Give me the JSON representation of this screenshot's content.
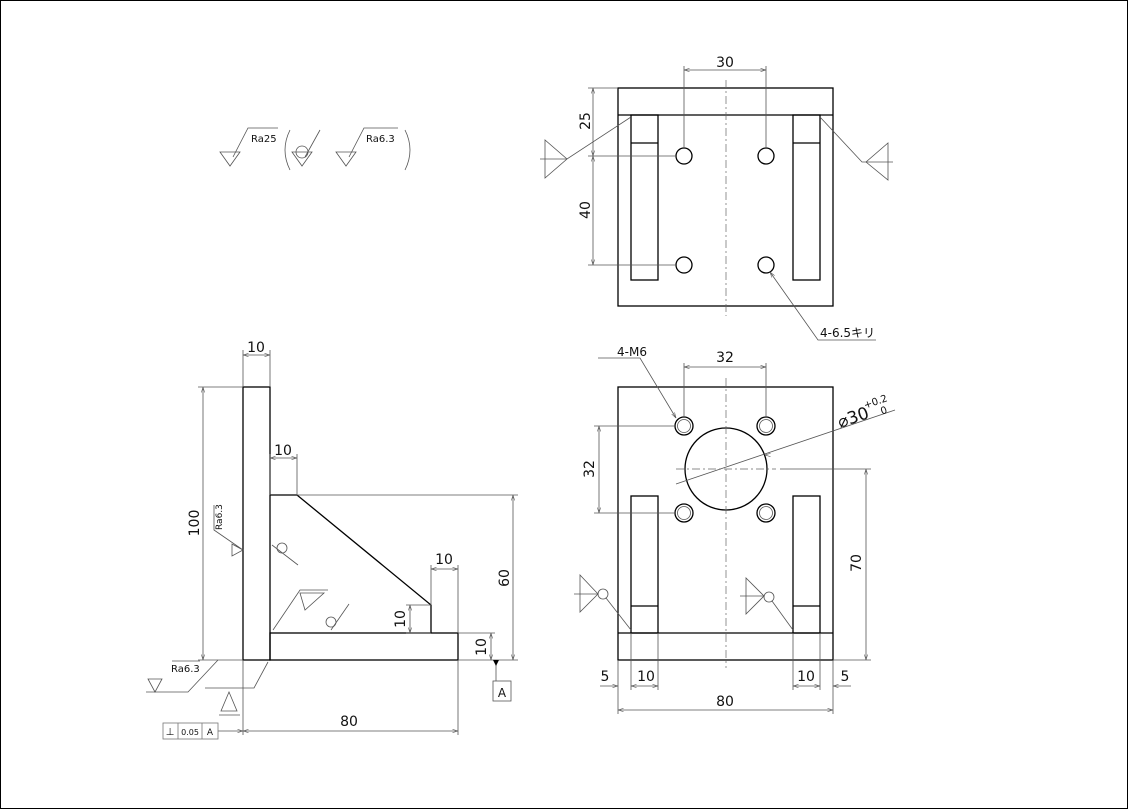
{
  "surface_symbols": {
    "general": "Ra25",
    "other": "Ra6.3"
  },
  "top_view": {
    "dim_hole_spacing_x": "30",
    "dim_edge_to_hole": "25",
    "dim_hole_spacing_y": "40",
    "hole_note": "4-6.5キリ"
  },
  "front_view": {
    "tapped_note": "4-M6",
    "dim_tap_spacing_x": "32",
    "dim_tap_spacing_y": "32",
    "bore_dim": "⌀30",
    "bore_tol_upper": "+0.2",
    "bore_tol_lower": "0",
    "dim_height": "70",
    "dim_width": "80",
    "dim_edge_left": "5",
    "dim_slot_left": "10",
    "dim_slot_right": "10",
    "dim_edge_right": "5"
  },
  "side_view": {
    "dim_plate_thickness": "10",
    "dim_gusset_thickness": "10",
    "dim_height": "100",
    "dim_gusset_height": "60",
    "dim_rib_width": "10",
    "dim_rib_height": "10",
    "dim_base_thickness": "10",
    "dim_length": "80",
    "roughness_vertical": "Ra6.3",
    "roughness_base": "Ra6.3",
    "datum": "A",
    "tol_symbol": "⊥",
    "tol_value": "0.05",
    "tol_datum": "A"
  }
}
